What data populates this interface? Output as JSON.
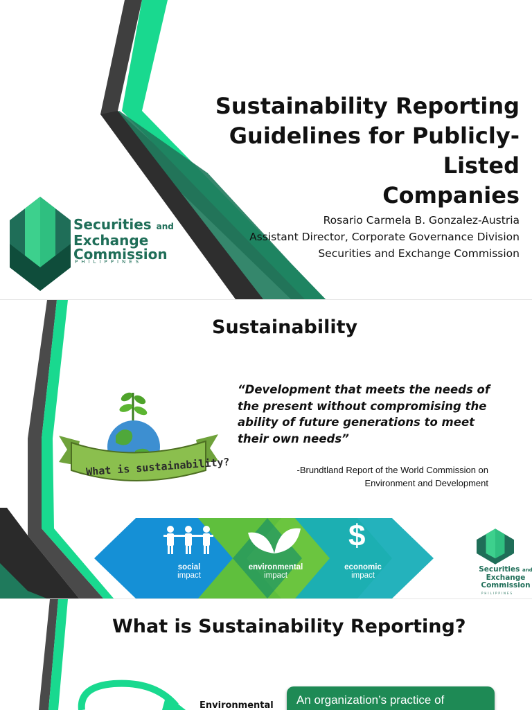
{
  "slide1": {
    "title_lines": [
      "Sustainability Reporting",
      "Guidelines for Publicly-Listed",
      "Companies"
    ],
    "author": {
      "name": "Rosario Carmela B. Gonzalez-Austria",
      "position": "Assistant Director, Corporate Governance Division",
      "organization": "Securities and Exchange Commission"
    },
    "logo": {
      "line1": "Securities",
      "line1_small": "and",
      "line2": "Exchange",
      "line3": "Commission",
      "subtitle": "PHILIPPINES"
    }
  },
  "slide2": {
    "title": "Sustainability",
    "quote_lines": [
      "“Development that meets the needs of",
      "the present without compromising the",
      "ability of future generations to meet",
      "their own needs”"
    ],
    "source_lines": [
      "-Brundtland Report of the World Commission on",
      "Environment and Development"
    ],
    "banner_text": "What is sustainability?",
    "impacts": [
      {
        "name": "social",
        "sub": "impact"
      },
      {
        "name": "environmental",
        "sub": "impact"
      },
      {
        "name": "economic",
        "sub": "impact"
      }
    ],
    "dollar_symbol": "$",
    "logo": {
      "line1": "Securities",
      "line1_small": "and",
      "line2": "Exchange",
      "line3": "Commission",
      "subtitle": "PHILIPPINES"
    }
  },
  "slide3": {
    "title": "What is Sustainability Reporting?",
    "cycle_label": "Environmental",
    "box_text": "An organization’s practice of"
  },
  "colors": {
    "green_bright": "#19d98f",
    "green_dark": "#1f6e58",
    "stripe_gray": "#4a4a4a",
    "accent_green": "#1e8a55"
  }
}
